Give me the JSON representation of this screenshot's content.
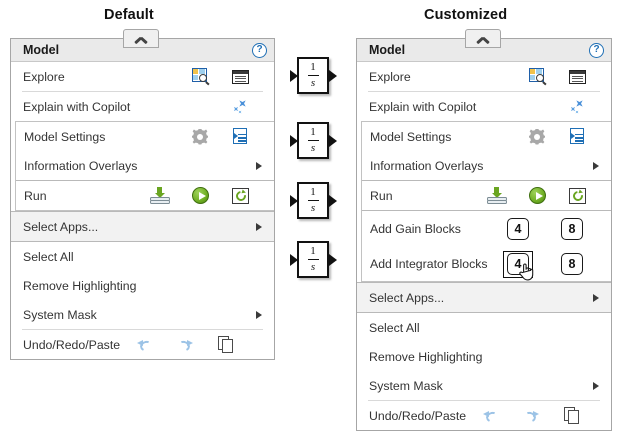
{
  "panels": [
    {
      "id": "default",
      "title": "Default",
      "header": {
        "label": "Model",
        "help_icon": "help-question-icon",
        "help_glyph": "?"
      },
      "collapse_tab": {
        "icon": "chevron-up-icon"
      },
      "rows": [
        {
          "label": "Explore",
          "icons": [
            "explore-picture-magnifier-icon",
            "model-data-table-icon"
          ]
        },
        {
          "label": "Explain with Copilot",
          "icons": [
            "copilot-sparkle-icon"
          ]
        },
        {
          "label": "Model Settings",
          "icons": [
            "gear-icon",
            "model-properties-doc-icon"
          ]
        },
        {
          "label": "Information Overlays",
          "icons": [
            "submenu-arrow-icon"
          ]
        },
        {
          "label": "Run",
          "icons": [
            "update-diagram-stack-icon",
            "run-play-icon",
            "refresh-icon"
          ]
        },
        {
          "label": "Select Apps...",
          "icons": [
            "submenu-arrow-icon"
          ]
        },
        {
          "label": "Select All",
          "icons": []
        },
        {
          "label": "Remove Highlighting",
          "icons": []
        },
        {
          "label": "System Mask",
          "icons": [
            "submenu-arrow-icon"
          ]
        },
        {
          "label": "Undo/Redo/Paste",
          "icons": [
            "undo-icon",
            "redo-icon",
            "paste-icon"
          ]
        }
      ]
    },
    {
      "id": "customized",
      "title": "Customized",
      "header": {
        "label": "Model",
        "help_icon": "help-question-icon",
        "help_glyph": "?"
      },
      "collapse_tab": {
        "icon": "chevron-up-icon"
      },
      "rows": [
        {
          "label": "Explore",
          "icons": [
            "explore-picture-magnifier-icon",
            "model-data-table-icon"
          ]
        },
        {
          "label": "Explain with Copilot",
          "icons": [
            "copilot-sparkle-icon"
          ]
        },
        {
          "label": "Model Settings",
          "icons": [
            "gear-icon",
            "model-properties-doc-icon"
          ]
        },
        {
          "label": "Information Overlays",
          "icons": [
            "submenu-arrow-icon"
          ]
        },
        {
          "label": "Run",
          "icons": [
            "update-diagram-stack-icon",
            "run-play-icon",
            "refresh-icon"
          ]
        },
        {
          "label": "Add Gain Blocks",
          "buttons": [
            "4",
            "8"
          ]
        },
        {
          "label": "Add Integrator Blocks",
          "buttons": [
            "4",
            "8"
          ],
          "hovered_button": "4"
        },
        {
          "label": "Select Apps...",
          "icons": [
            "submenu-arrow-icon"
          ]
        },
        {
          "label": "Select All",
          "icons": []
        },
        {
          "label": "Remove Highlighting",
          "icons": []
        },
        {
          "label": "System Mask",
          "icons": [
            "submenu-arrow-icon"
          ]
        },
        {
          "label": "Undo/Redo/Paste",
          "icons": [
            "undo-icon",
            "redo-icon",
            "paste-icon"
          ]
        }
      ]
    }
  ],
  "canvas": {
    "blocks": [
      {
        "name": "integrator-block",
        "numerator": "1",
        "denominator": "s"
      },
      {
        "name": "integrator-block",
        "numerator": "1",
        "denominator": "s"
      },
      {
        "name": "integrator-block",
        "numerator": "1",
        "denominator": "s"
      },
      {
        "name": "integrator-block",
        "numerator": "1",
        "denominator": "s"
      }
    ]
  },
  "colors": {
    "accent_blue": "#1f6fb5",
    "copilot_blue": "#4a90d9",
    "run_green": "#6aa521",
    "header_bg": "#eaeaea",
    "shaded_row": "#f2f2f2",
    "border": "#a6a6a6"
  }
}
